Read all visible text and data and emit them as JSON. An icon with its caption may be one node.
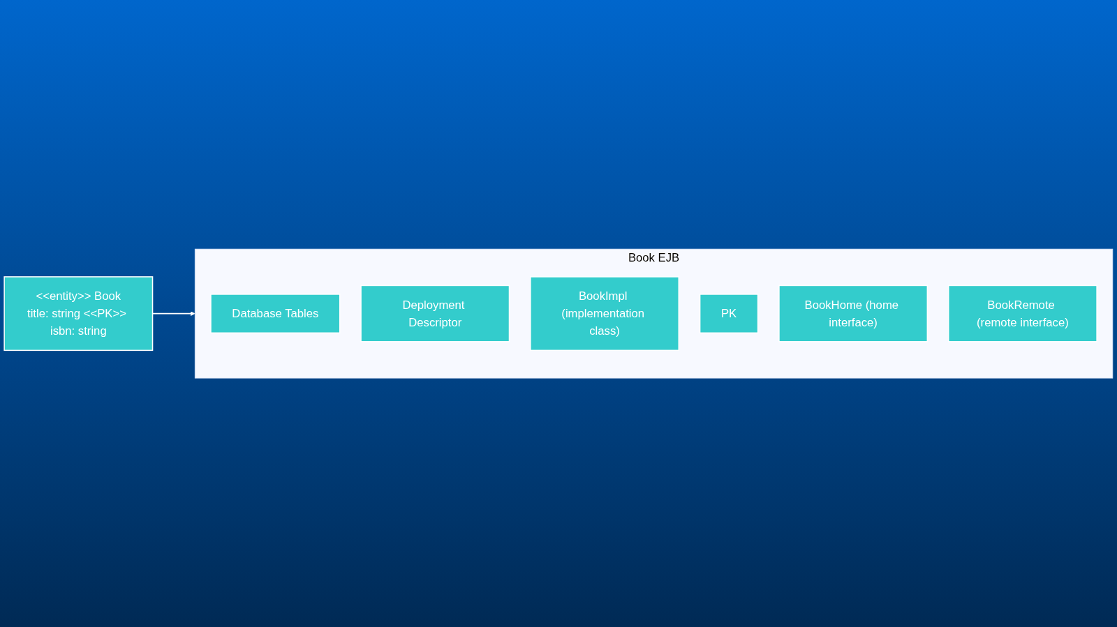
{
  "diagram": {
    "nodes": [
      {
        "text": [
          "<<entity>> Book",
          "title: string <<PK>> isbn: string"
        ]
      },
      {
        "text": [
          "Book EJB"
        ]
      },
      {
        "text": [
          "Database Tables"
        ],
        "in": 1
      },
      {
        "text": [
          "Deployment Descriptor"
        ],
        "in": 1
      },
      {
        "text": [
          "BookImpl (implementation class)"
        ],
        "in": 1
      },
      {
        "text": [
          "PK"
        ],
        "in": 1
      },
      {
        "text": [
          "BookHome (home interface)"
        ],
        "in": 1
      },
      {
        "text": [
          "BookRemote (remote interface)"
        ],
        "in": 1
      }
    ],
    "edges": [
      {
        "from": 0,
        "to": 1,
        "arrow": "to"
      }
    ]
  }
}
